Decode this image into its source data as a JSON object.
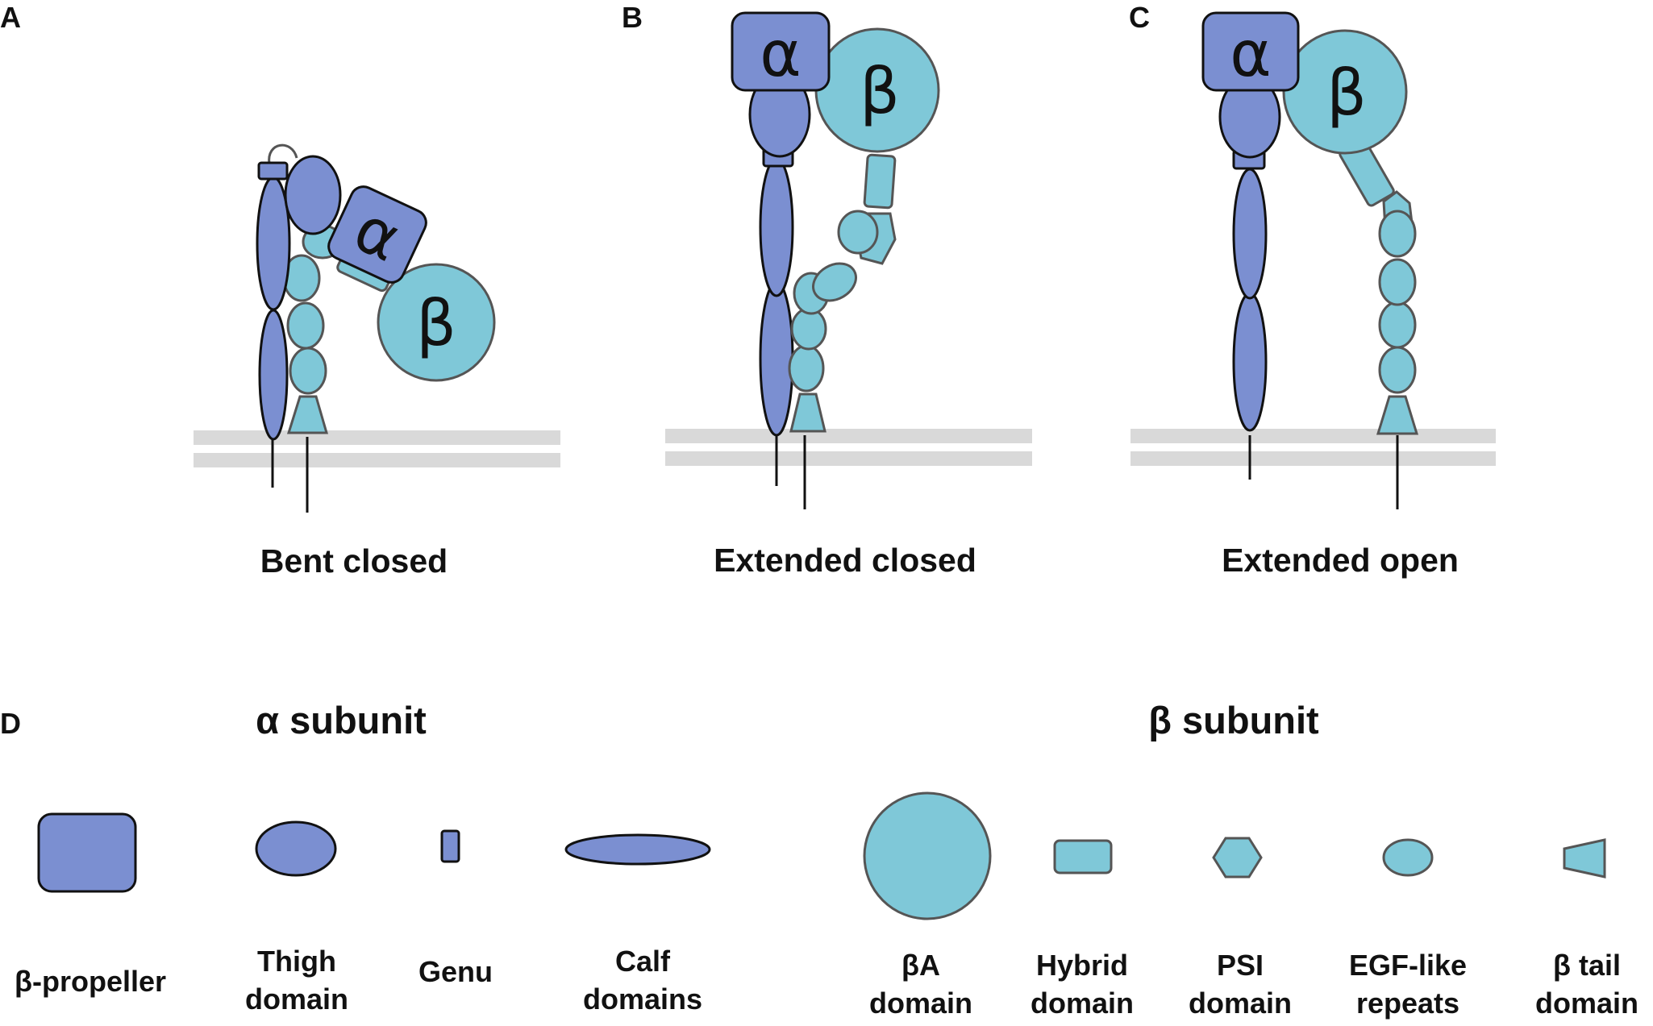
{
  "panels": [
    {
      "letter": "A",
      "title": "Bent closed",
      "alpha_symbol": "α",
      "beta_symbol": "β"
    },
    {
      "letter": "B",
      "title": "Extended closed",
      "alpha_symbol": "α",
      "beta_symbol": "β"
    },
    {
      "letter": "C",
      "title": "Extended open",
      "alpha_symbol": "α",
      "beta_symbol": "β"
    }
  ],
  "legend": {
    "letter": "D",
    "alpha_heading": "α subunit",
    "beta_heading": "β subunit",
    "alpha_items": [
      {
        "line1": "β-propeller",
        "line2": ""
      },
      {
        "line1": "Thigh",
        "line2": "domain"
      },
      {
        "line1": "Genu",
        "line2": ""
      },
      {
        "line1": "Calf",
        "line2": "domains"
      }
    ],
    "beta_items": [
      {
        "line1": "βA",
        "line2": "domain"
      },
      {
        "line1": "Hybrid",
        "line2": "domain"
      },
      {
        "line1": "PSI",
        "line2": "domain"
      },
      {
        "line1": "EGF-like",
        "line2": "repeats"
      },
      {
        "line1": "β tail",
        "line2": "domain"
      }
    ]
  },
  "colors": {
    "alpha_subunit": "#7B8FD1",
    "beta_subunit": "#7FC8D8",
    "membrane": "#D9D9D9",
    "outline": "#111111"
  }
}
